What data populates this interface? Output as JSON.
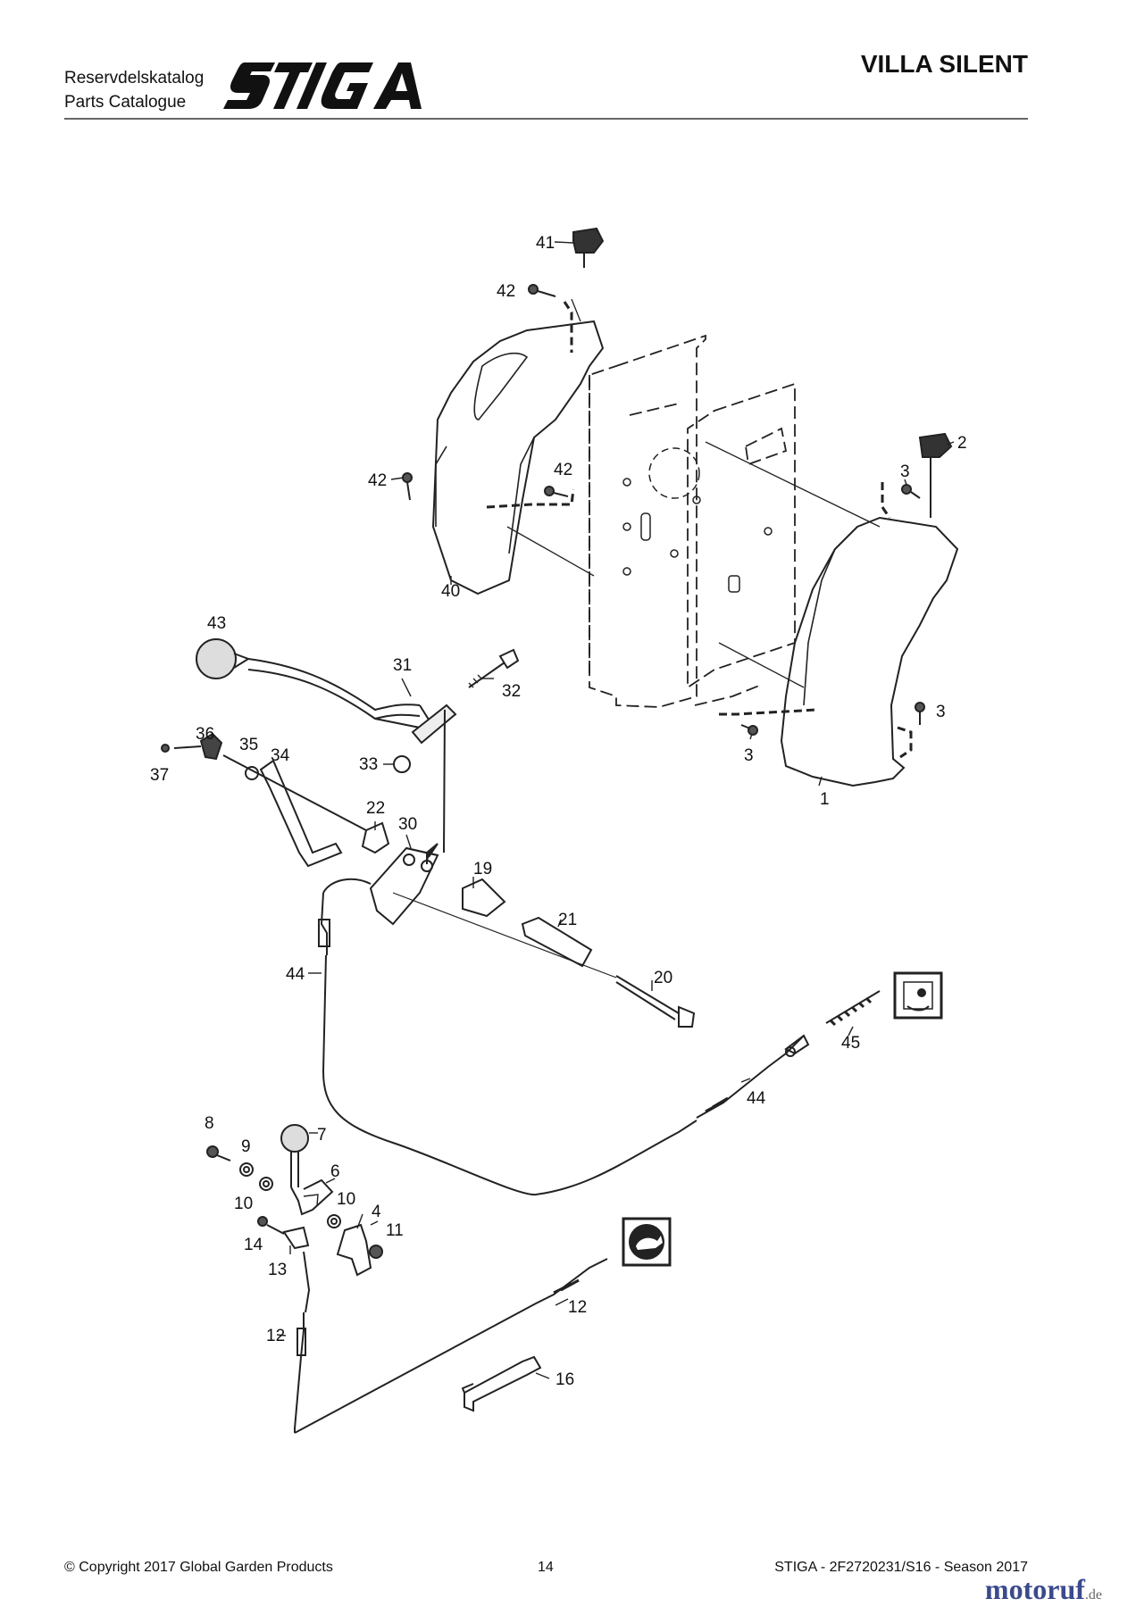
{
  "header": {
    "catalog_sv": "Reservdelskatalog",
    "catalog_en": "Parts Catalogue",
    "brand": "STIGA",
    "model": "VILLA SILENT"
  },
  "part_labels": [
    "1",
    "2",
    "3",
    "3",
    "3",
    "4",
    "6",
    "7",
    "8",
    "9",
    "10",
    "10",
    "11",
    "12",
    "12",
    "13",
    "14",
    "16",
    "19",
    "20",
    "21",
    "22",
    "30",
    "31",
    "32",
    "33",
    "34",
    "35",
    "36",
    "37",
    "40",
    "41",
    "42",
    "42",
    "42",
    "43",
    "44",
    "44",
    "45"
  ],
  "footer": {
    "copyright": "© Copyright 2017 Global Garden Products",
    "page": "14",
    "doc_ref": "STIGA - 2F2720231/S16 - Season 2017"
  },
  "watermark": {
    "name": "motoruf",
    "tld": ".de"
  },
  "icons": [
    "choke-symbol-icon",
    "throttle-hare-symbol-icon",
    "stiga-logo"
  ]
}
